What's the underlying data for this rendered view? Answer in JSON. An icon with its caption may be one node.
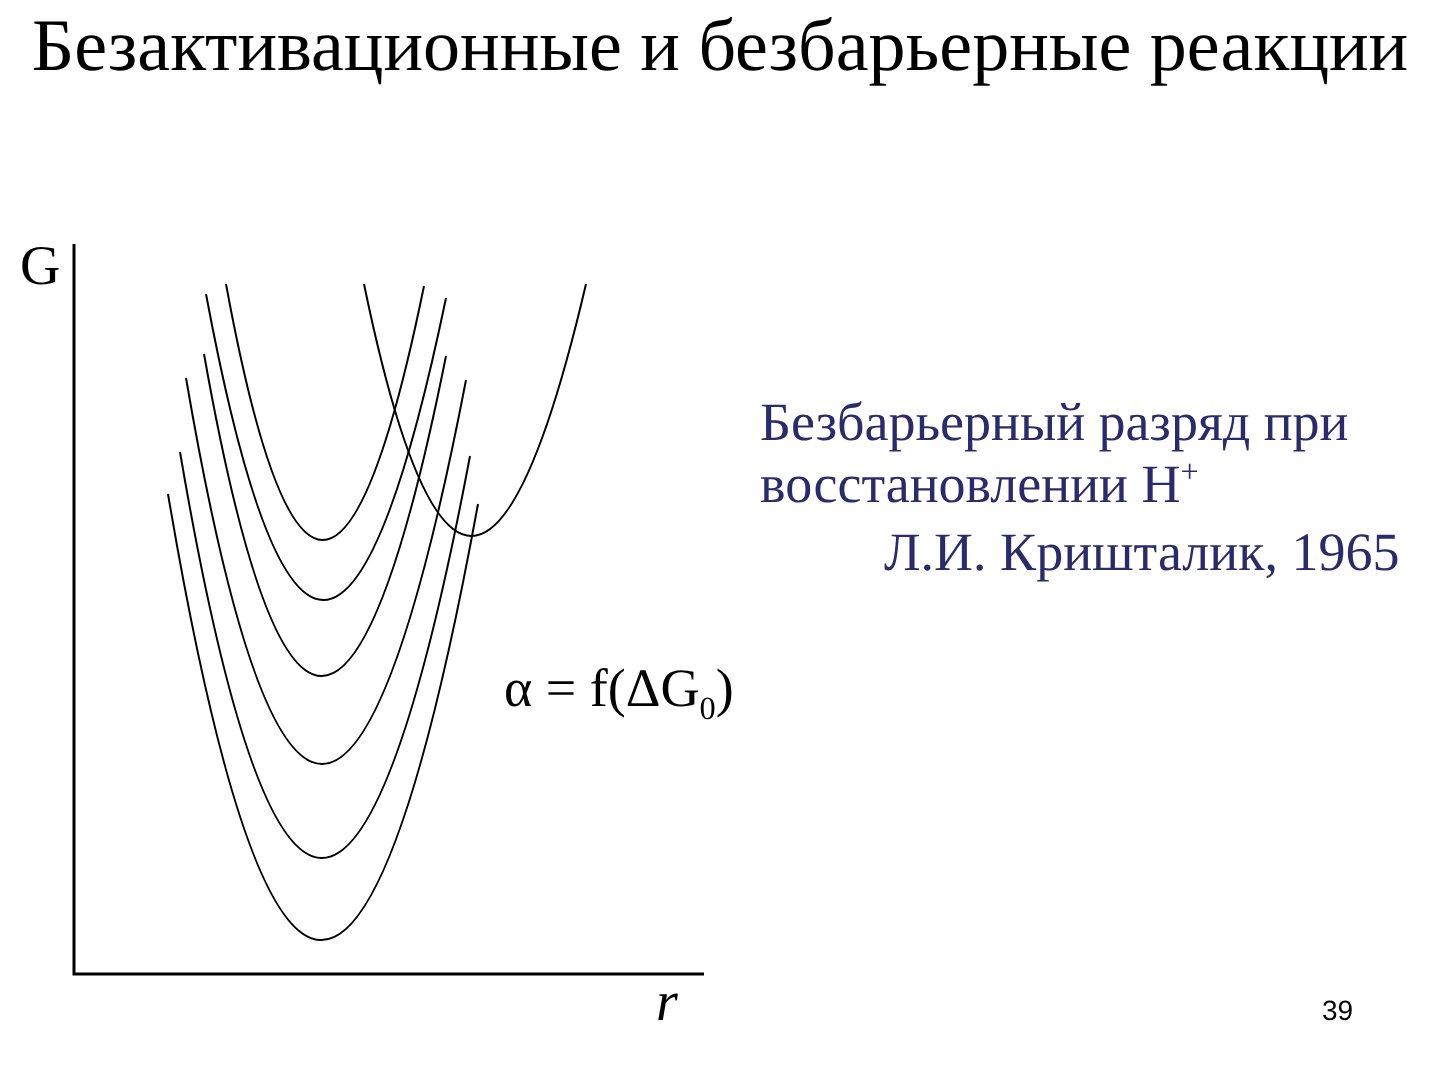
{
  "diagram": {
    "title": "Безактивационные и безбарьерные реакции",
    "labels": [
      "G",
      "Безбарьерный разряд при восстановлении H$^{+}$",
      "Л.И. Кришталик, 1965",
      "α = f(ΔG$_{0}$)",
      "r",
      "39"
    ]
  }
}
